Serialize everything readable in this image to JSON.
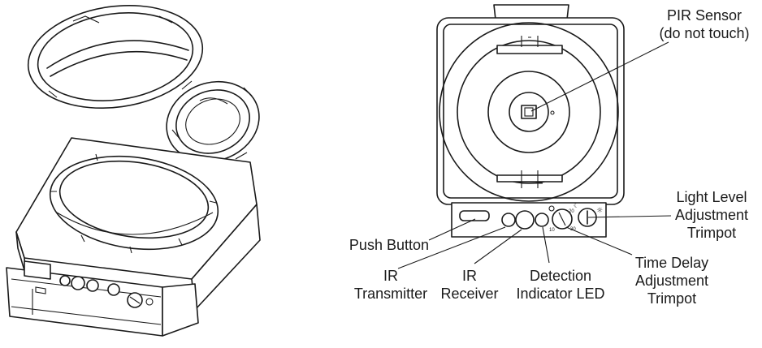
{
  "callouts": {
    "pir_sensor": "PIR Sensor\n(do not touch)",
    "light_level": "Light Level\nAdjustment\nTrimpot",
    "push_button": "Push Button",
    "ir_transmitter": "IR\nTransmitter",
    "ir_receiver": "IR\nReceiver",
    "detection_led": "Detection\nIndicator LED",
    "time_delay": "Time Delay\nAdjustment\nTrimpot"
  },
  "dial_marks": {
    "time_delay": [
      "10",
      "20",
      "30"
    ],
    "sun_symbol": "☼",
    "moon_symbol": "☾"
  }
}
